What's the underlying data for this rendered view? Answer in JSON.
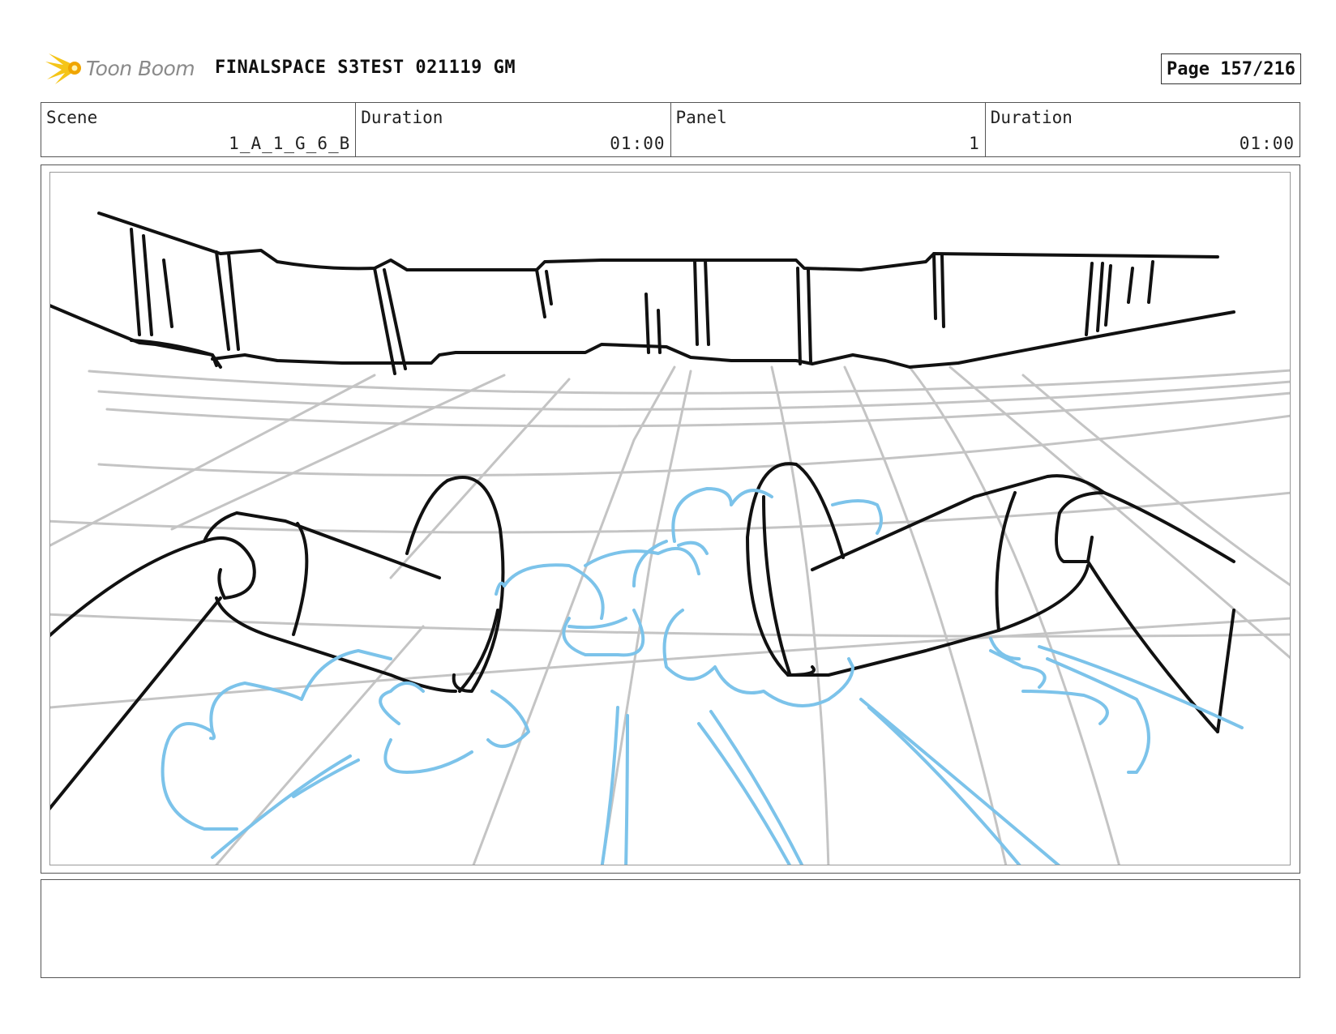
{
  "header": {
    "logo_text": "Toon Boom",
    "project_title": "FINALSPACE S3TEST 021119 GM",
    "page_label": "Page 157/216"
  },
  "info": {
    "scene_label": "Scene",
    "scene_value": "1_A_1_G_6_B",
    "duration_label": "Duration",
    "duration_value": "01:00",
    "panel_label": "Panel",
    "panel_value": "1",
    "panel_duration_label": "Duration",
    "panel_duration_value": "01:00"
  },
  "colors": {
    "logo_yellow": "#f5c518",
    "logo_gray": "#8a8a8a",
    "sketch_ink": "#111111",
    "floor_grid": "#c4c4c4",
    "effects_blue": "#7cc3ea"
  },
  "notes": {
    "text": ""
  }
}
